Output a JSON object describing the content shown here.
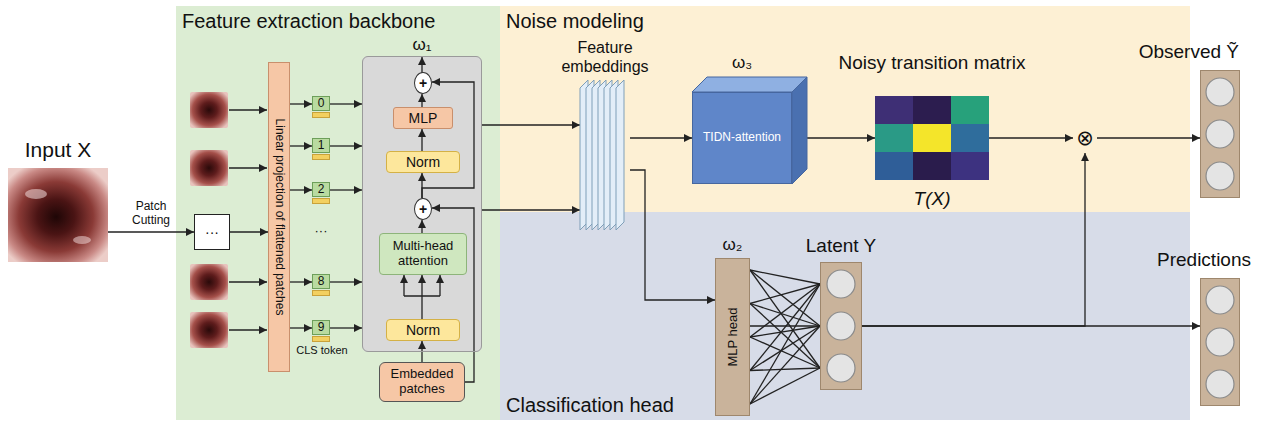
{
  "diagram": {
    "nodes": [
      {
        "text": [
          "Feature extraction backbone"
        ]
      },
      {
        "text": [
          "Noise modeling"
        ]
      },
      {
        "text": [
          "Classification head"
        ]
      },
      {
        "text": [
          "Input X"
        ]
      },
      {
        "text": [
          "···"
        ],
        "in": 0
      },
      {
        "text": [
          "Linear projection of flattened patches"
        ],
        "in": 0
      },
      {
        "text": [
          "0"
        ],
        "in": 0
      },
      {
        "text": [
          "1"
        ],
        "in": 0
      },
      {
        "text": [
          "2"
        ],
        "in": 0
      },
      {
        "text": [
          "8"
        ],
        "in": 0
      },
      {
        "text": [
          "9"
        ],
        "in": 0
      },
      {
        "text": [
          "ω₁"
        ],
        "in": 0
      },
      {
        "text": [
          "+"
        ],
        "in": 11
      },
      {
        "text": [
          "MLP"
        ],
        "in": 11
      },
      {
        "text": [
          "Norm"
        ],
        "in": 11
      },
      {
        "text": [
          "+"
        ],
        "in": 11
      },
      {
        "text": [
          "Multi-head attention"
        ],
        "in": 11
      },
      {
        "text": [
          "Norm"
        ],
        "in": 11
      },
      {
        "text": [
          "Embedded patches"
        ],
        "in": 0
      },
      {
        "text": [
          "Feature embeddings"
        ],
        "in": 1
      },
      {
        "text": [
          "ω₃",
          "TIDN-attention"
        ],
        "in": 1
      },
      {
        "text": [
          "Noisy transition matrix",
          "T(X)"
        ],
        "in": 1
      },
      {
        "text": [
          "⊗"
        ],
        "in": 1
      },
      {
        "text": [
          "Observed Ỹ"
        ]
      },
      {
        "text": [
          "ω₂",
          "MLP head"
        ],
        "in": 2
      },
      {
        "text": [
          "Latent Y"
        ],
        "in": 2
      },
      {
        "text": [
          "Predictions"
        ]
      }
    ],
    "edges": [
      {
        "from": 3,
        "to": 4,
        "label": "Patch Cutting",
        "arrow": "to"
      },
      {
        "from": 4,
        "to": 5,
        "arrow": "to"
      },
      {
        "from": 5,
        "to": 6,
        "arrow": "to"
      },
      {
        "from": 5,
        "to": 7,
        "arrow": "to"
      },
      {
        "from": 5,
        "to": 8,
        "arrow": "to"
      },
      {
        "from": 5,
        "to": 9,
        "arrow": "to"
      },
      {
        "from": 5,
        "to": 10,
        "arrow": "to"
      },
      {
        "from": 6,
        "to": 11,
        "arrow": "to"
      },
      {
        "from": 7,
        "to": 11,
        "arrow": "to"
      },
      {
        "from": 8,
        "to": 11,
        "arrow": "to"
      },
      {
        "from": 9,
        "to": 11,
        "arrow": "to"
      },
      {
        "from": 10,
        "to": 11,
        "arrow": "to"
      },
      {
        "from": 18,
        "to": 17,
        "arrow": "to"
      },
      {
        "from": 17,
        "to": 16,
        "arrow": "to"
      },
      {
        "from": 16,
        "to": 15,
        "arrow": "to"
      },
      {
        "from": 15,
        "to": 14,
        "arrow": "to"
      },
      {
        "from": 14,
        "to": 13,
        "arrow": "to"
      },
      {
        "from": 13,
        "to": 12,
        "arrow": "to"
      },
      {
        "from": 18,
        "to": 15,
        "arrow": "to"
      },
      {
        "from": 15,
        "to": 12,
        "arrow": "to"
      },
      {
        "from": 11,
        "to": 19,
        "arrow": "to"
      },
      {
        "from": 11,
        "to": 19,
        "arrow": "to"
      },
      {
        "from": 19,
        "to": 20,
        "arrow": "to"
      },
      {
        "from": 20,
        "to": 21,
        "arrow": "to"
      },
      {
        "from": 21,
        "to": 22,
        "arrow": "to"
      },
      {
        "from": 22,
        "to": 23,
        "arrow": "to"
      },
      {
        "from": 19,
        "to": 24,
        "arrow": "to"
      },
      {
        "from": 24,
        "to": 25,
        "arrow": "none"
      },
      {
        "from": 25,
        "to": 26,
        "arrow": "to"
      },
      {
        "from": 25,
        "to": 22,
        "arrow": "to"
      }
    ],
    "labels": [
      "···",
      "CLS token"
    ]
  }
}
